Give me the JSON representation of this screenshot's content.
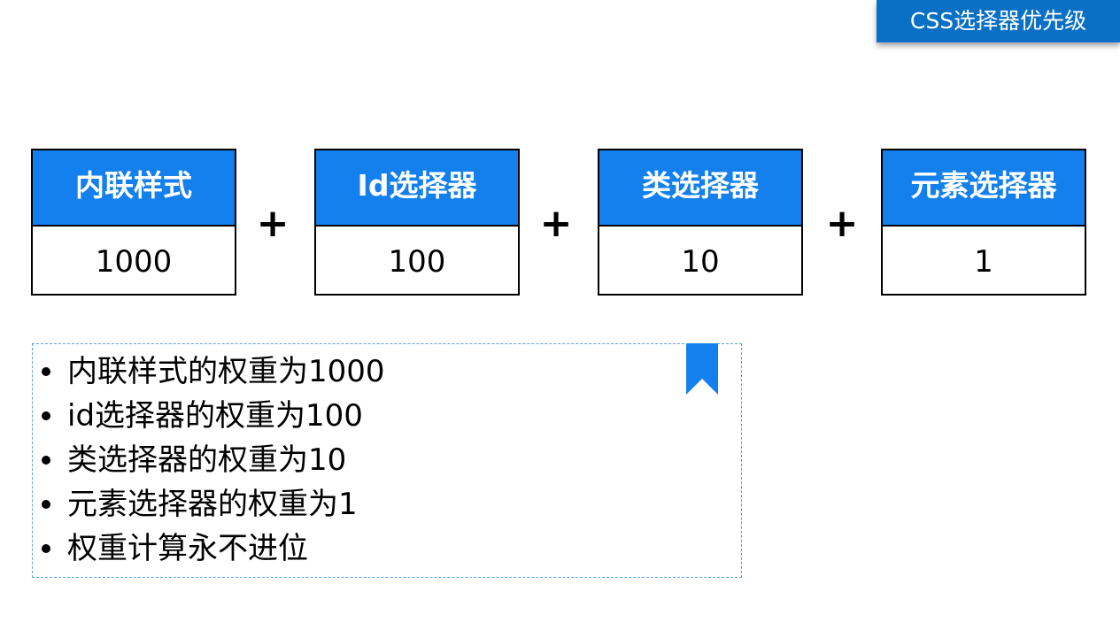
{
  "title_tag": "CSS选择器优先级",
  "boxes": [
    {
      "label": "内联样式",
      "value": "1000"
    },
    {
      "label": "Id选择器",
      "value": "100"
    },
    {
      "label": "类选择器",
      "value": "10"
    },
    {
      "label": "元素选择器",
      "value": "1"
    }
  ],
  "operator": "+",
  "notes": [
    "内联样式的权重为1000",
    "id选择器的权重为100",
    "类选择器的权重为10",
    "元素选择器的权重为1",
    "权重计算永不进位"
  ],
  "colors": {
    "title_bg": "#0a70c6",
    "box_header": "#1480ed",
    "bookmark": "#1480ed",
    "notes_border": "#5aa0d8"
  },
  "icons": {
    "bookmark": "bookmark-icon"
  }
}
